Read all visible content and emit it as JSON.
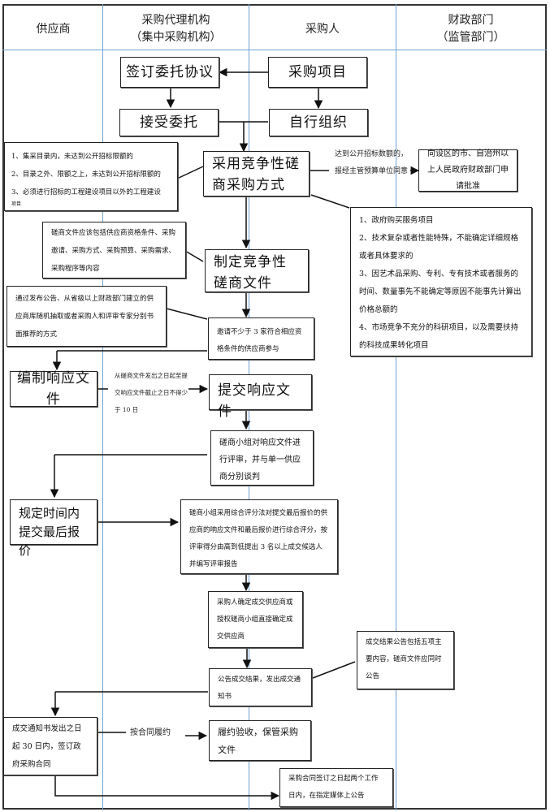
{
  "lanes": {
    "supplier": {
      "label": "供应商"
    },
    "agency": {
      "label_line1": "采购代理机构",
      "label_line2": "（集中采购机构）"
    },
    "purchaser": {
      "label": "采购人"
    },
    "finance": {
      "label_line1": "财政部门",
      "label_line2": "（监管部门）"
    }
  },
  "nodes": {
    "sign_agreement": "签订委托协议",
    "procurement_project": "采购项目",
    "accept_entrust": "接受委托",
    "self_organize": "自行组织",
    "adopt_method": "采用竞争性磋商采购方式",
    "make_docs": "制定竞争性磋商文件",
    "invite_suppliers": "邀请不少于 3 家符合相应资格条件的供应商参与",
    "prepare_response": "编制响应文件",
    "submit_response": "提交响应文件",
    "group_review": "磋商小组对响应文件进行评审，并与单一供应商分别谈判",
    "final_quote": "规定时间内提交最后报价",
    "comprehensive_scoring": "磋商小组采用综合评分法对提交最后报价的供应商的响应文件和最后报价进行综合评分，按评审得分由高到低提出 3 名以上成交候选人并编写评审报告",
    "confirm_supplier": "采购人确定成交供应商或授权磋商小组直接确定成交供应商",
    "announce_result": "公告成交结果，发出成交通知书",
    "sign_contract": "成交通知书发出之日起 30 日内，签订政府采购合同",
    "acceptance": "履约验收，保管采购文件",
    "contract_announce": "采购合同签订之日起两个工作日内，在指定媒体上公告",
    "finance_approval": "向设区的市、自治州以上人民政府财政部门申请批准"
  },
  "notes": {
    "scope_list": [
      "1、集采目录内，未达到公开招标限额的",
      "2、目录之外、限额之上，未达到公开招标限额的",
      "3、必须进行招标的工程建设项目以外的工程建设",
      "项目"
    ],
    "threshold_note": "达到公开招标数额的，报经主管预算单位同意",
    "applicable_list": [
      "1、政府购买服务项目",
      "2、技术复杂或者性能特殊，不能确定详细规格或者具体要求的",
      "3、因艺术品采购、专利、专有技术或者服务的时间、数量事先不能确定等原因不能事先计算出价格总额的",
      "4、市场竞争不充分的科研项目，以及需要扶持的科技成果转化项目"
    ],
    "docs_content": "磋商文件应该包括供应商资格条件、采购邀请、采购方式、采购预算、采购需求、采购程序等内容",
    "invite_method": "通过发布公告、从省级以上财政部门建立的供应商库随机抽取或者采购人和评审专家分别书面推荐的方式",
    "deadline_note": "从磋商文件发出之日起至提交响应文件截止之日不得少于 10 日",
    "result_note": "成交结果公告包括五项主要内容，磋商文件应同时公告",
    "perform_label": "按合同履约"
  }
}
